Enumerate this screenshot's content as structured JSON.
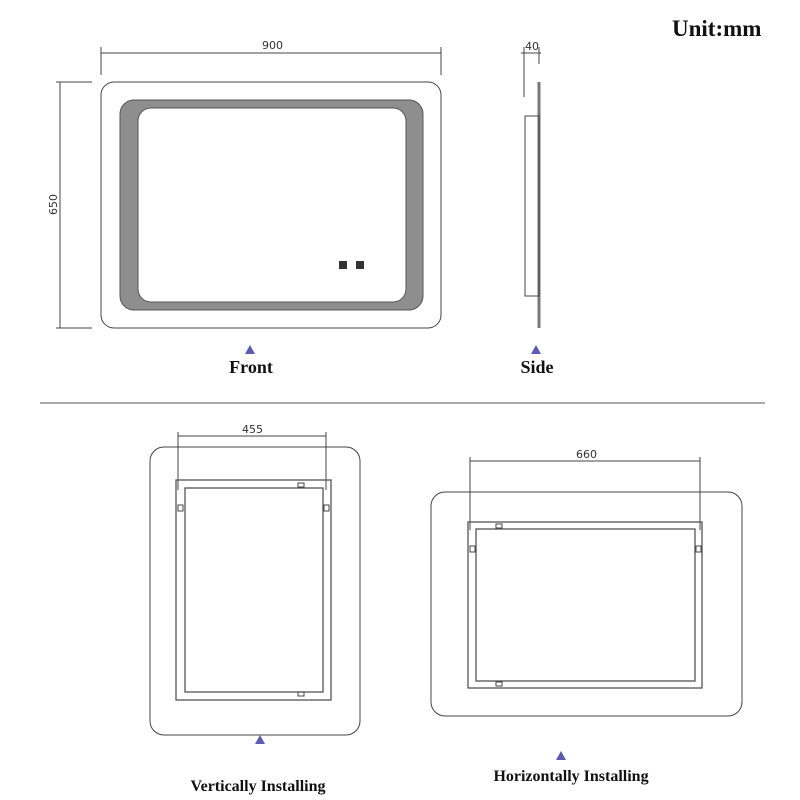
{
  "unit_label": "Unit:mm",
  "front": {
    "label": "Front",
    "width_dim": "900",
    "height_dim": "650"
  },
  "side": {
    "label": "Side",
    "depth_dim": "40"
  },
  "vertical": {
    "label": "Vertically Installing",
    "bracket_dim": "455"
  },
  "horizontal": {
    "label": "Horizontally Installing",
    "bracket_dim": "660"
  },
  "colors": {
    "marker": "#5b5bb5",
    "led_band": "#8e8e8e"
  }
}
